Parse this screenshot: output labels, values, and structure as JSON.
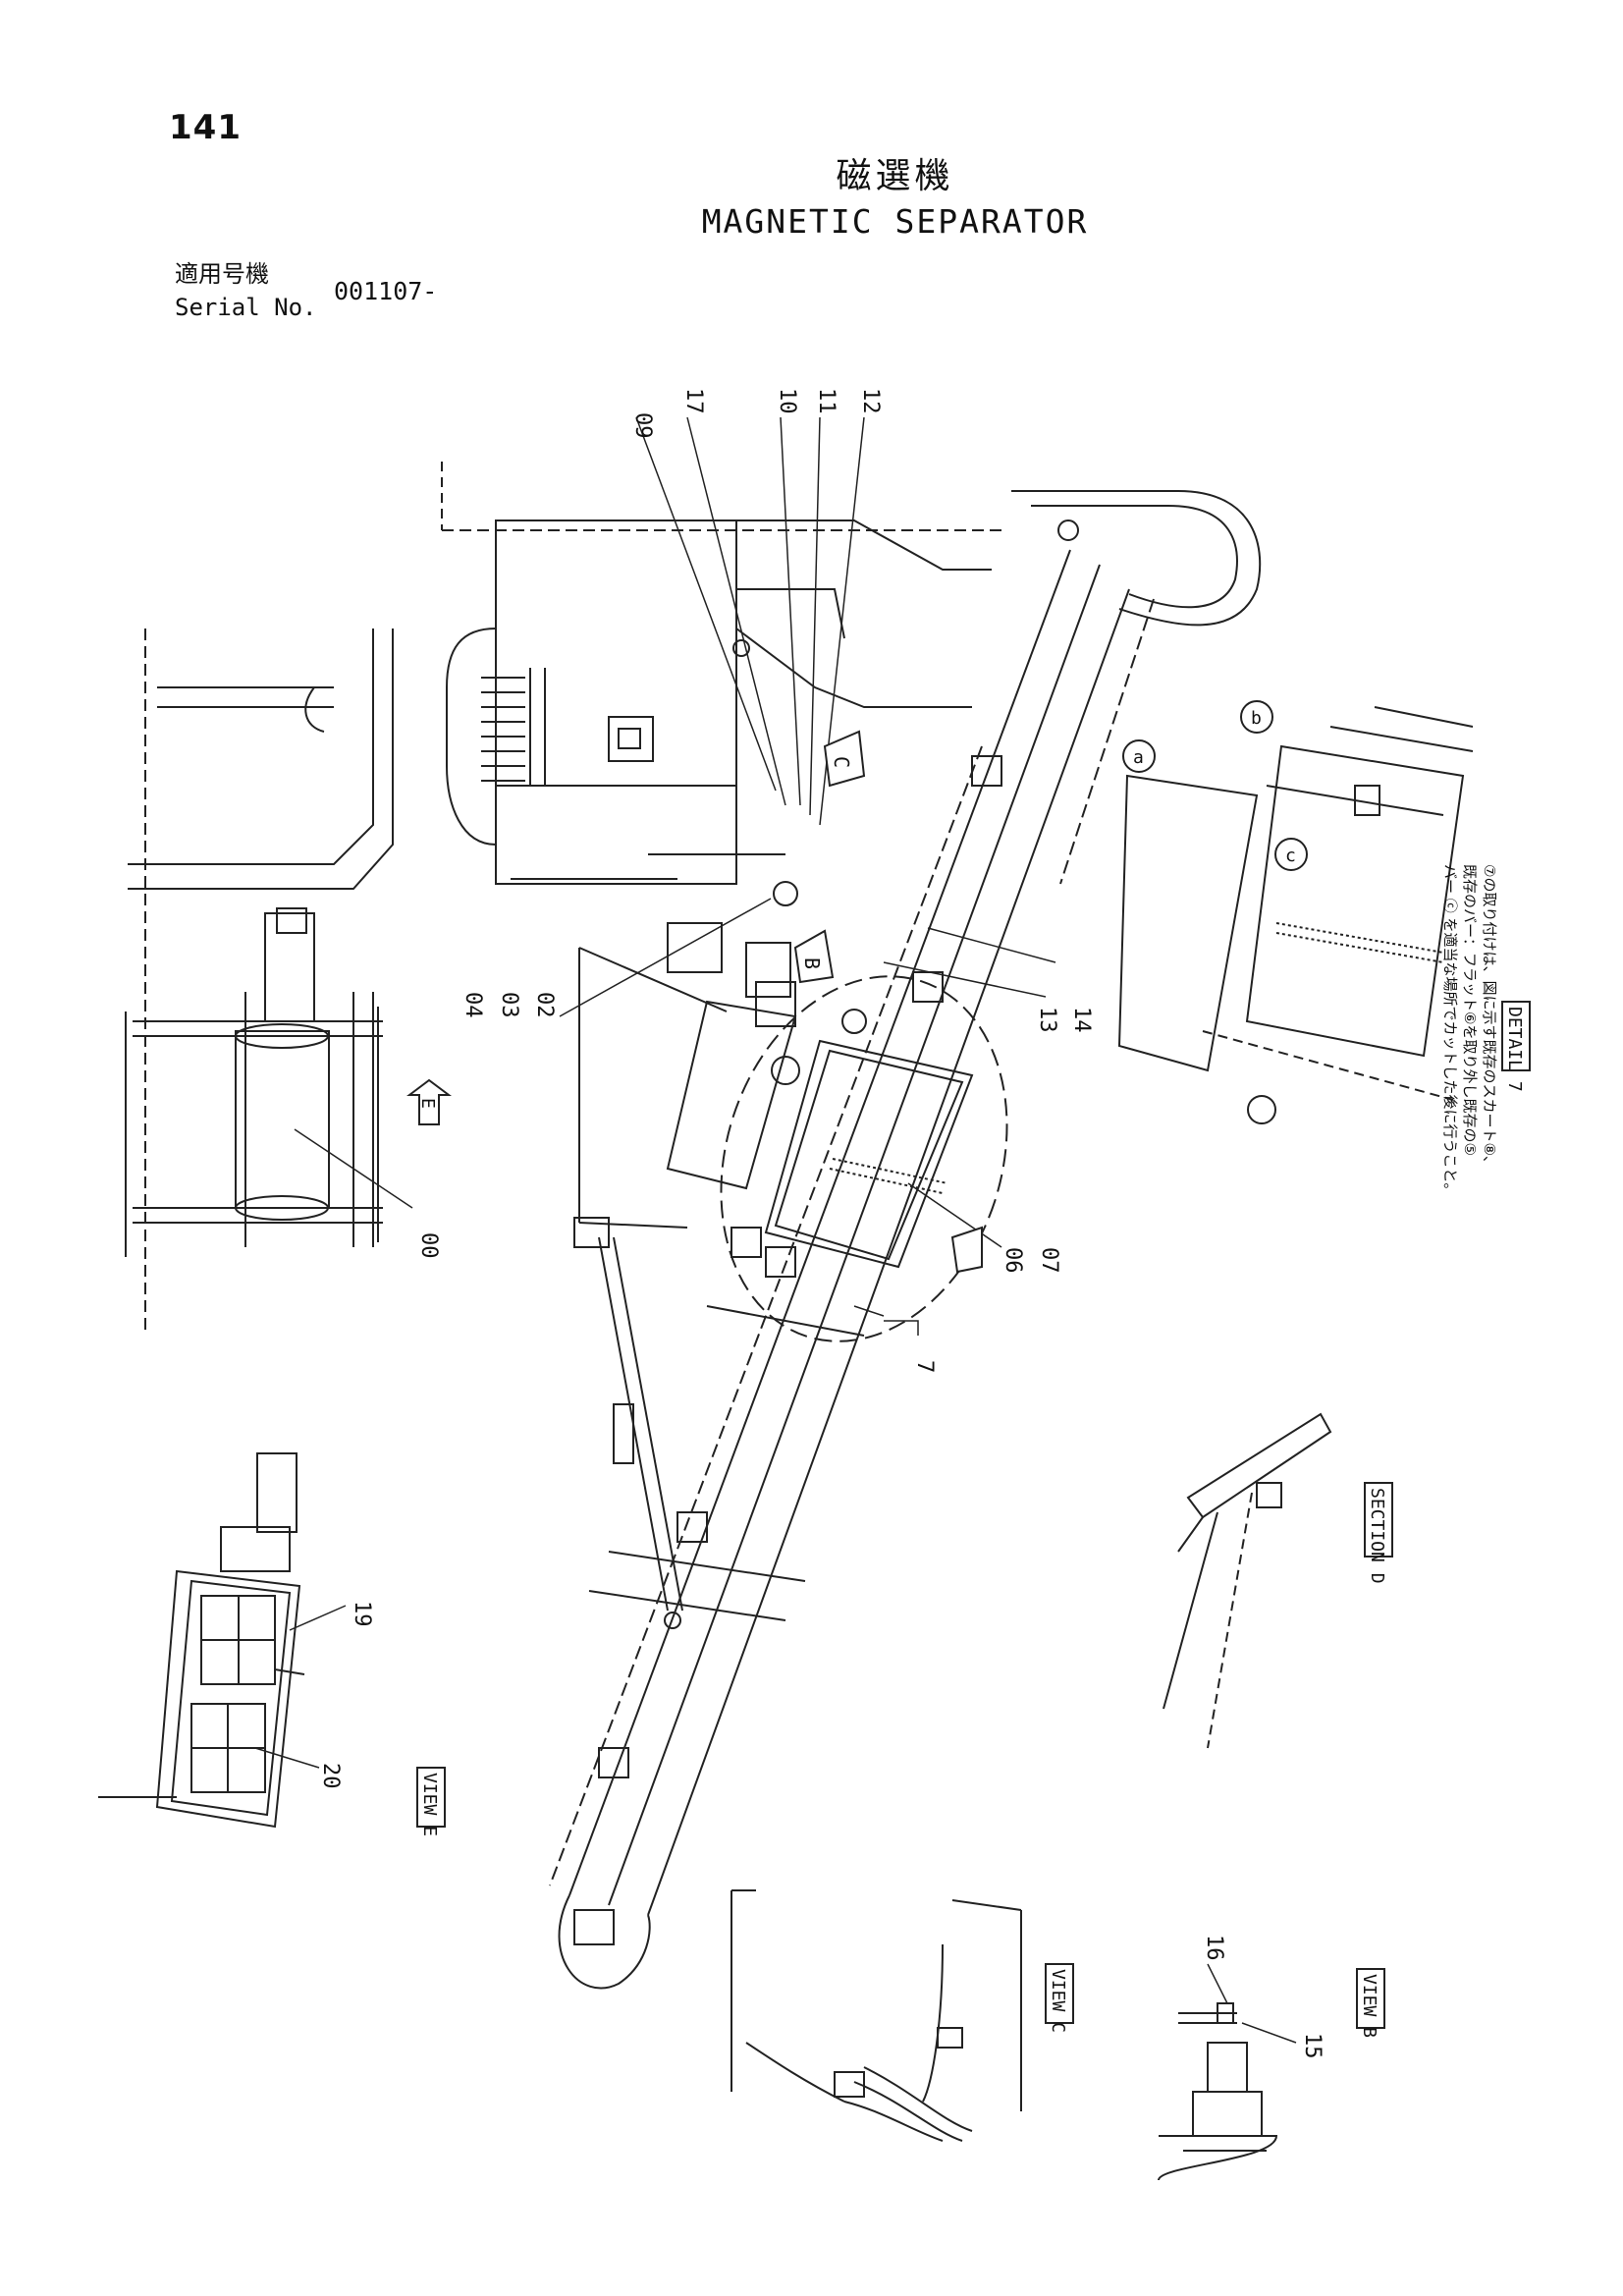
{
  "header": {
    "page_number": "141",
    "title_jp": "磁選機",
    "title_en": "MAGNETIC SEPARATOR",
    "serial_label_jp": "適用号機",
    "serial_label_en": "Serial No.",
    "serial_value": "001107-"
  },
  "callouts": {
    "c09": "09",
    "c17": "17",
    "c10": "10",
    "c11": "11",
    "c12": "12",
    "c04": "04",
    "c03": "03",
    "c02": "02",
    "c13": "13",
    "c14": "14",
    "c00": "00",
    "c06": "06",
    "c07": "07",
    "c19": "19",
    "c20": "20",
    "c16": "16",
    "c15": "15",
    "c7": "7",
    "ca": "a",
    "cb": "b",
    "cc": "c",
    "arrow_c": "C",
    "arrow_b": "B",
    "arrow_e": "E"
  },
  "view_labels": {
    "detail_7": "DETAIL 7",
    "section_d": "SECTION D",
    "view_e": "VIEW E",
    "view_c": "VIEW C",
    "view_b": "VIEW B"
  },
  "notes": {
    "line1": "⑦の取り付けは、図に示す既存のスカート⑧、",
    "line2": "既存のバー：フラット⑥を取り外し既存の⑤",
    "line3": "バー ⓒ を適当な場所でカットした後に行うこと。"
  }
}
